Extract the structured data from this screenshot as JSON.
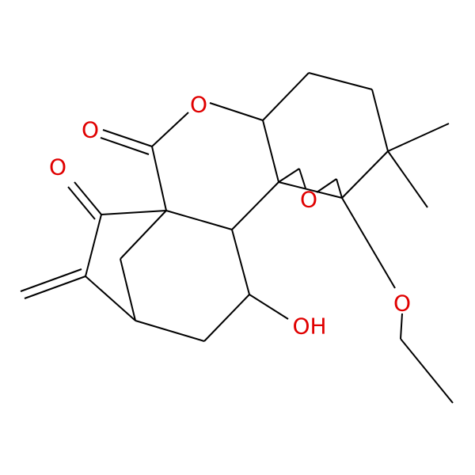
{
  "molecule": {
    "colors": {
      "bond": "#000000",
      "oxygen": "#e00000",
      "background": "#ffffff"
    },
    "atoms": [
      {
        "id": "o1",
        "text": "O",
        "element": "O"
      },
      {
        "id": "o2",
        "text": "O",
        "element": "O"
      },
      {
        "id": "o3",
        "text": "O",
        "element": "O"
      },
      {
        "id": "o4",
        "text": "O",
        "element": "O"
      },
      {
        "id": "o5",
        "text": "O",
        "element": "O"
      },
      {
        "id": "o6",
        "text": "OH",
        "element": "O"
      }
    ]
  }
}
